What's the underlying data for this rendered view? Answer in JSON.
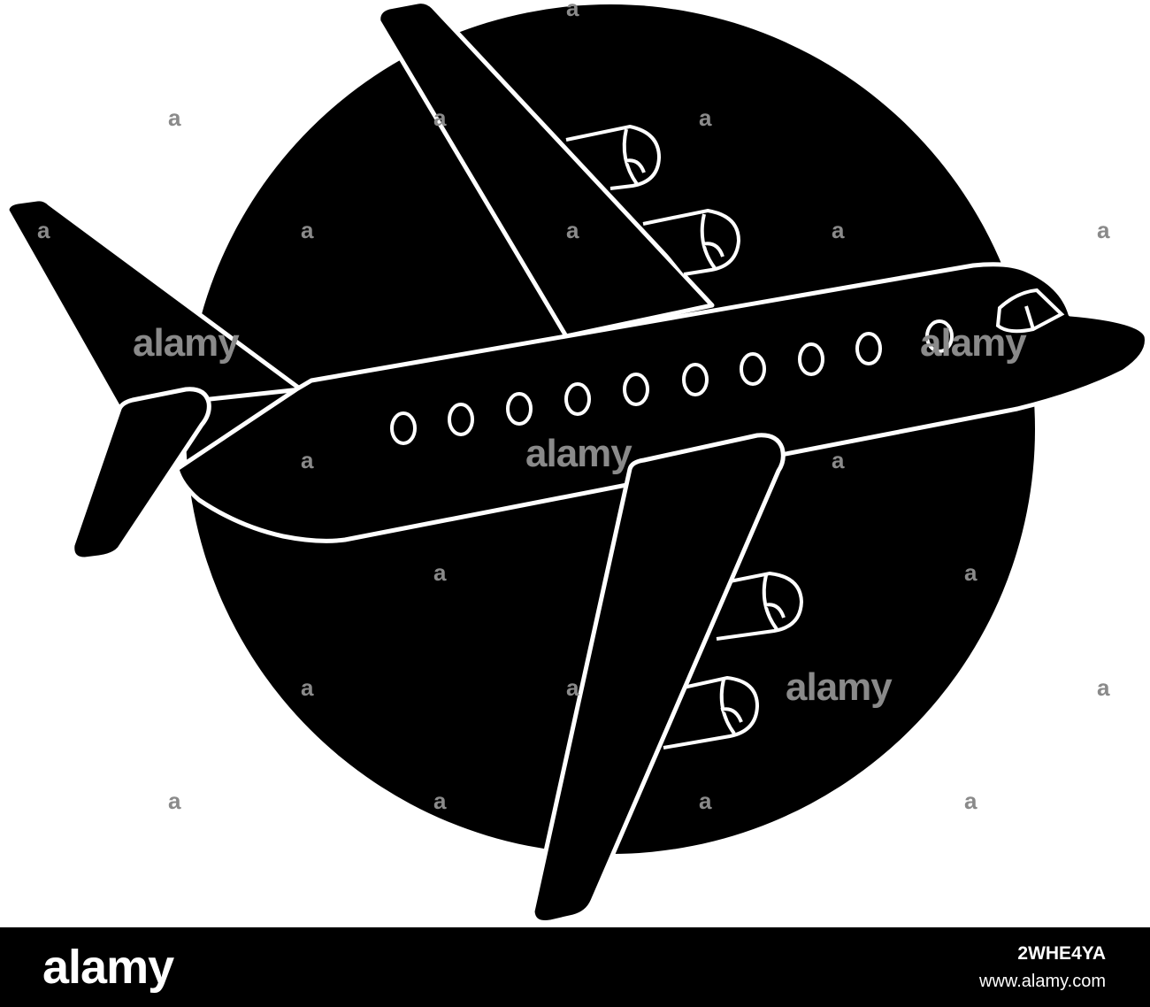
{
  "colors": {
    "ink": "#000000",
    "outline": "#ffffff",
    "watermark": "#8a8a8a",
    "footer_bg": "#000000",
    "footer_text": "#ffffff"
  },
  "illustration": {
    "icons": [
      "airplane-icon",
      "circle-background"
    ],
    "window_count": 10,
    "engine_count": 4
  },
  "watermark": {
    "word": "alamy",
    "letter": "a"
  },
  "footer": {
    "logo": "alamy",
    "image_id": "2WHE4YA",
    "url": "www.alamy.com"
  }
}
